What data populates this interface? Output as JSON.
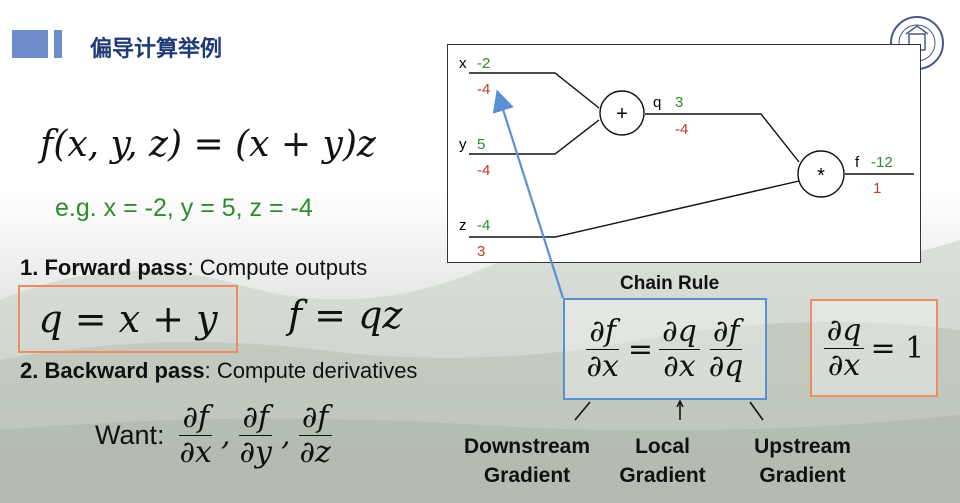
{
  "title": "偏导计算举例",
  "function_def": {
    "lhs": "f(x, y, z)",
    "rhs": "= (x + y)z"
  },
  "example": "e.g. x = -2, y = 5, z = -4",
  "forward": {
    "heading": "1. Forward pass",
    "rest": ": Compute outputs",
    "eq_q": "q = x + y",
    "eq_f": "f = qz"
  },
  "backward": {
    "heading": "2. Backward pass",
    "rest": ": Compute derivatives"
  },
  "want": {
    "label": "Want:",
    "partials": [
      {
        "num": "∂f",
        "den": "∂x"
      },
      {
        "num": "∂f",
        "den": "∂y"
      },
      {
        "num": "∂f",
        "den": "∂z"
      }
    ]
  },
  "chain_rule": {
    "title": "Chain Rule",
    "lhs": {
      "num": "∂f",
      "den": "∂x"
    },
    "equals": "=",
    "local": {
      "num": "∂q",
      "den": "∂x"
    },
    "upstream": {
      "num": "∂f",
      "den": "∂q"
    }
  },
  "local_grad": {
    "frac": {
      "num": "∂q",
      "den": "∂x"
    },
    "rhs": "= 1"
  },
  "gradient_labels": {
    "downstream": [
      "Downstream",
      "Gradient"
    ],
    "local": [
      "Local",
      "Gradient"
    ],
    "upstream": [
      "Upstream",
      "Gradient"
    ]
  },
  "graph": {
    "inputs": [
      {
        "name": "x",
        "forward": "-2",
        "grad": "-4"
      },
      {
        "name": "y",
        "forward": "5",
        "grad": "-4"
      },
      {
        "name": "z",
        "forward": "-4",
        "grad": "3"
      }
    ],
    "add_node": {
      "symbol": "+",
      "out_name": "q",
      "forward": "3",
      "grad": "-4"
    },
    "mul_node": {
      "symbol": "*",
      "out_name": "f",
      "forward": "-12",
      "grad": "1"
    }
  },
  "colors": {
    "title": "#1f3a78",
    "accent_bar": "#6d8ec8",
    "forward_value": "#2e8b2e",
    "grad_value": "#c0392b",
    "orange_box": "#f08c63",
    "blue_box": "#5b8fd6",
    "example_text": "#2e8b2e"
  }
}
